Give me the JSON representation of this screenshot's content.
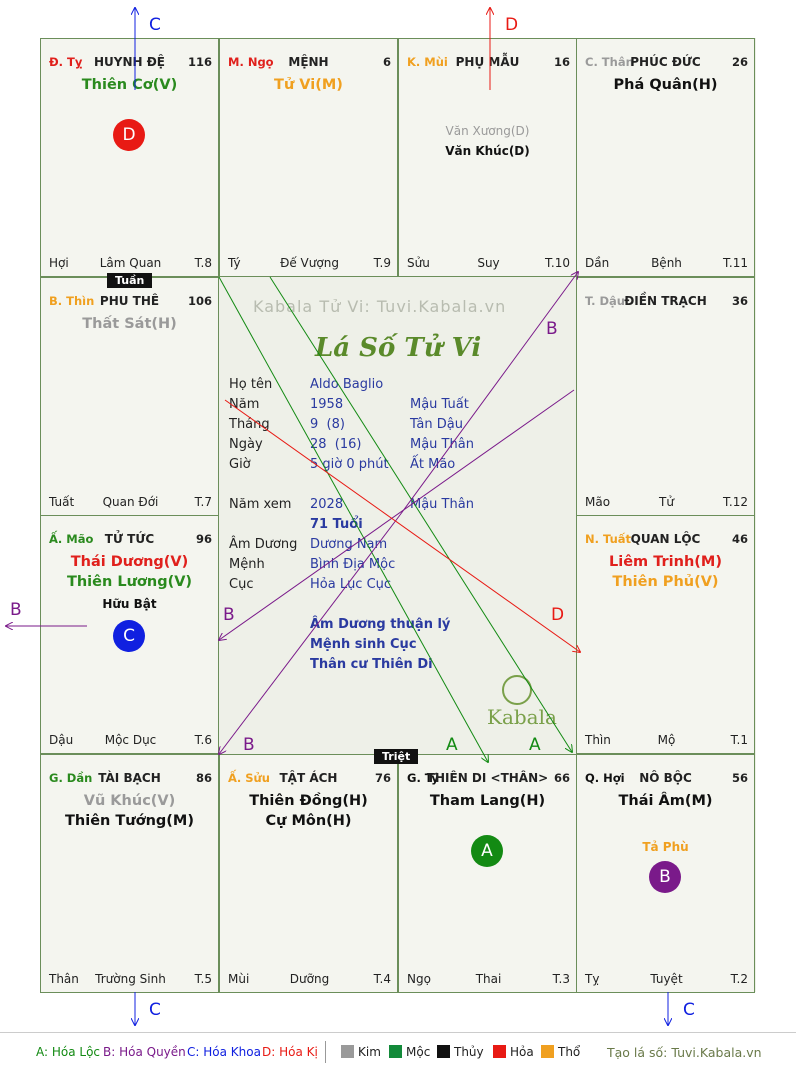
{
  "watermark": "Kabala Tử Vi: Tuvi.Kabala.vn",
  "title_script": "Lá Số Tử Vi",
  "brand_logo_text": "Kabala",
  "tags": {
    "tuan": "Tuần",
    "triet": "Triệt"
  },
  "cells": [
    {
      "id": "ty",
      "branch": "Đ. Tỵ",
      "branch_color": "#e0201c",
      "palace": "HUYNH ĐỆ",
      "number": "116",
      "stars": [
        {
          "text": "Thiên Cơ(V)",
          "color": "#2a8a1e"
        }
      ],
      "minor": [],
      "badge": {
        "letter": "D",
        "color": "#e81a14"
      },
      "footer": {
        "left": "Hợi",
        "mid": "Lâm Quan",
        "right": "T.8"
      }
    },
    {
      "id": "ngo",
      "branch": "M. Ngọ",
      "branch_color": "#e0201c",
      "palace": "MỆNH",
      "number": "6",
      "stars": [
        {
          "text": "Tử Vi(M)",
          "color": "#f0a020"
        }
      ],
      "minor": [],
      "footer": {
        "left": "Tý",
        "mid": "Đế Vượng",
        "right": "T.9"
      }
    },
    {
      "id": "mui",
      "branch": "K. Mùi",
      "branch_color": "#f0a020",
      "palace": "PHỤ MẪU",
      "number": "16",
      "stars": [],
      "minor": [
        {
          "text": "Văn Xương(D)",
          "color": "#9a9a9a"
        },
        {
          "text": "Văn Khúc(D)",
          "color": "#111"
        }
      ],
      "footer": {
        "left": "Sửu",
        "mid": "Suy",
        "right": "T.10"
      }
    },
    {
      "id": "than",
      "branch": "C. Thân",
      "branch_color": "#9a9a9a",
      "palace": "PHÚC ĐỨC",
      "number": "26",
      "stars": [
        {
          "text": "Phá Quân(H)",
          "color": "#111"
        }
      ],
      "minor": [],
      "footer": {
        "left": "Dần",
        "mid": "Bệnh",
        "right": "T.11"
      }
    },
    {
      "id": "thin",
      "branch": "B. Thìn",
      "branch_color": "#f0a020",
      "palace": "PHU THÊ",
      "number": "106",
      "stars": [
        {
          "text": "Thất Sát(H)",
          "color": "#9a9a9a"
        }
      ],
      "minor": [],
      "footer": {
        "left": "Tuất",
        "mid": "Quan Đới",
        "right": "T.7"
      }
    },
    {
      "id": "dau",
      "branch": "T. Dậu",
      "branch_color": "#9a9a9a",
      "palace": "ĐIỀN TRẠCH",
      "number": "36",
      "stars": [],
      "minor": [],
      "footer": {
        "left": "Mão",
        "mid": "Tử",
        "right": "T.12"
      }
    },
    {
      "id": "mao",
      "branch": "Ấ. Mão",
      "branch_color": "#2a8a1e",
      "palace": "TỬ TỨC",
      "number": "96",
      "stars": [
        {
          "text": "Thái Dương(V)",
          "color": "#e0201c"
        },
        {
          "text": "Thiên Lương(V)",
          "color": "#2a8a1e"
        }
      ],
      "minor": [
        {
          "text": "Hữu Bật",
          "color": "#111"
        }
      ],
      "badge": {
        "letter": "C",
        "color": "#1020e0"
      },
      "footer": {
        "left": "Dậu",
        "mid": "Mộc Dục",
        "right": "T.6"
      }
    },
    {
      "id": "tuat",
      "branch": "N. Tuất",
      "branch_color": "#f0a020",
      "palace": "QUAN LỘC",
      "number": "46",
      "stars": [
        {
          "text": "Liêm Trinh(M)",
          "color": "#e0201c"
        },
        {
          "text": "Thiên Phủ(V)",
          "color": "#f0a020"
        }
      ],
      "minor": [],
      "footer": {
        "left": "Thìn",
        "mid": "Mộ",
        "right": "T.1"
      }
    },
    {
      "id": "dan",
      "branch": "G. Dần",
      "branch_color": "#2a8a1e",
      "palace": "TÀI BẠCH",
      "number": "86",
      "stars": [
        {
          "text": "Vũ Khúc(V)",
          "color": "#9a9a9a"
        },
        {
          "text": "Thiên Tướng(M)",
          "color": "#111"
        }
      ],
      "minor": [],
      "footer": {
        "left": "Thân",
        "mid": "Trường Sinh",
        "right": "T.5"
      }
    },
    {
      "id": "suu",
      "branch": "Ấ. Sửu",
      "branch_color": "#f0a020",
      "palace": "TẬT ÁCH",
      "number": "76",
      "stars": [
        {
          "text": "Thiên Đồng(H)",
          "color": "#111"
        },
        {
          "text": "Cự Môn(H)",
          "color": "#111"
        }
      ],
      "minor": [],
      "footer": {
        "left": "Mùi",
        "mid": "Dưỡng",
        "right": "T.4"
      }
    },
    {
      "id": "tys",
      "branch": "G. Tý",
      "branch_color": "#111",
      "palace": "THIÊN DI <THÂN>",
      "number": "66",
      "stars": [
        {
          "text": "Tham Lang(H)",
          "color": "#111"
        }
      ],
      "minor": [],
      "badge": {
        "letter": "A",
        "color": "#138a13"
      },
      "footer": {
        "left": "Ngọ",
        "mid": "Thai",
        "right": "T.3"
      }
    },
    {
      "id": "hoi",
      "branch": "Q. Hợi",
      "branch_color": "#111",
      "palace": "NÔ BỘC",
      "number": "56",
      "stars": [
        {
          "text": "Thái Âm(M)",
          "color": "#111"
        }
      ],
      "minor": [
        {
          "text": "Tả Phù",
          "color": "#f0a020"
        }
      ],
      "badge": {
        "letter": "B",
        "color": "#7a1a8a"
      },
      "footer": {
        "left": "Tỵ",
        "mid": "Tuyệt",
        "right": "T.2"
      }
    }
  ],
  "info": {
    "ho_ten": {
      "label": "Họ tên",
      "value": "Aldo Baglio"
    },
    "nam": {
      "label": "Năm",
      "value": "1958",
      "extra": "Mậu Tuất"
    },
    "thang": {
      "label": "Tháng",
      "value": "9  (8)",
      "extra": "Tân Dậu"
    },
    "ngay": {
      "label": "Ngày",
      "value": "28  (16)",
      "extra": "Mậu Thân"
    },
    "gio": {
      "label": "Giờ",
      "value": "5 giờ 0 phút",
      "extra": "Ất Mão"
    },
    "nam_xem": {
      "label": "Năm xem",
      "value": "2028",
      "extra": "Mậu Thân"
    },
    "tuoi": "71 Tuổi",
    "am_duong": {
      "label": "Âm Dương",
      "value": "Dương Nam"
    },
    "menh": {
      "label": "Mệnh",
      "value": "Bình Địa Mộc"
    },
    "cuc": {
      "label": "Cục",
      "value": "Hỏa Lục Cục"
    },
    "notes": [
      "Âm Dương thuận lý",
      "Mệnh sinh Cục",
      "Thân cư Thiên Di"
    ]
  },
  "arrow_labels": {
    "a": "A",
    "b": "B",
    "c": "C",
    "d": "D"
  },
  "legend": {
    "hoa_loc": "A: Hóa Lộc",
    "hoa_quyen": "B: Hóa Quyền",
    "hoa_khoa": "C: Hóa Khoa",
    "hoa_ki": "D: Hóa Kị",
    "elements": [
      {
        "label": "Kim",
        "color": "#9a9a9a"
      },
      {
        "label": "Mộc",
        "color": "#138a3a"
      },
      {
        "label": "Thủy",
        "color": "#111111"
      },
      {
        "label": "Hỏa",
        "color": "#e81a14"
      },
      {
        "label": "Thổ",
        "color": "#f0a020"
      }
    ],
    "credit": "Tạo lá số: Tuvi.Kabala.vn"
  }
}
